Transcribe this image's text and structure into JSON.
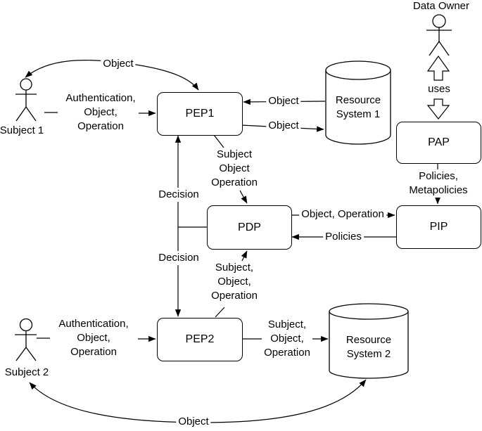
{
  "canvas": {
    "background": "#ffffff",
    "stroke_color": "#000000",
    "node_fill": "#ffffff"
  },
  "nodes": {
    "pep1": {
      "label": "PEP1"
    },
    "pdp": {
      "label": "PDP"
    },
    "pep2": {
      "label": "PEP2"
    },
    "pap": {
      "label": "PAP"
    },
    "pip": {
      "label": "PIP"
    },
    "resource_system_1": {
      "line1": "Resource",
      "line2": "System 1"
    },
    "resource_system_2": {
      "line1": "Resource",
      "line2": "System 2"
    }
  },
  "actors": {
    "subject1": {
      "label": "Subject 1"
    },
    "subject2": {
      "label": "Subject 2"
    },
    "data_owner": {
      "label": "Data Owner"
    }
  },
  "edges": {
    "object_top": {
      "label": "Object"
    },
    "auth1": {
      "line1": "Authentication,",
      "line2": "Object,",
      "line3": "Operation"
    },
    "rs1_to_pep1": {
      "label": "Object"
    },
    "pep1_to_rs1": {
      "label": "Object"
    },
    "decision_upper": {
      "label": "Decision"
    },
    "decision_lower": {
      "label": "Decision"
    },
    "pep1_to_pdp": {
      "line1": "Subject",
      "line2": "Object",
      "line3": "Operation"
    },
    "pep2_to_pdp": {
      "line1": "Subject,",
      "line2": "Object,",
      "line3": "Operation"
    },
    "pdp_to_pip": {
      "label": "Object, Operation"
    },
    "pip_to_pdp": {
      "label": "Policies"
    },
    "pap_to_pip": {
      "line1": "Policies,",
      "line2": "Metapolicies"
    },
    "data_owner_pap": {
      "label": "uses"
    },
    "auth2": {
      "line1": "Authentication,",
      "line2": "Object,",
      "line3": "Operation"
    },
    "pep2_to_rs2": {
      "line1": "Subject,",
      "line2": "Object,",
      "line3": "Operation"
    },
    "object_bottom": {
      "label": "Object"
    }
  }
}
